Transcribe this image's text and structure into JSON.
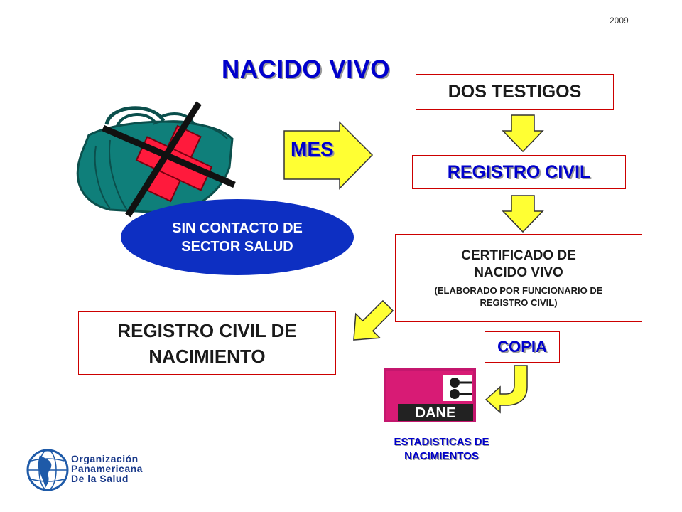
{
  "header": {
    "year": "2009",
    "title": "NACIDO VIVO"
  },
  "boxes": {
    "dos_testigos": "DOS TESTIGOS",
    "registro_civil": "REGISTRO CIVIL",
    "certificado_line1": "CERTIFICADO DE",
    "certificado_line2": "NACIDO VIVO",
    "certificado_note1": "(ELABORADO POR FUNCIONARIO DE",
    "certificado_note2": "REGISTRO CIVIL)",
    "registro_nac_line1": "REGISTRO CIVIL DE",
    "registro_nac_line2": "NACIMIENTO",
    "copia": "COPIA",
    "estadisticas_line1": "ESTADISTICAS DE",
    "estadisticas_line2": "NACIMIENTOS"
  },
  "arrow_label": "MES",
  "oval": {
    "line1": "SIN CONTACTO DE",
    "line2": "SECTOR SALUD"
  },
  "dane_logo": {
    "text": "DANE"
  },
  "footer": {
    "org_line1": "Organización",
    "org_line2": "Panamericana",
    "org_line3": "De la Salud"
  },
  "colors": {
    "title_blue": "#0000cc",
    "box_border": "#cc0000",
    "arrow_yellow": "#ffff33",
    "oval_blue": "#0d2fc2",
    "bag_teal": "#0f7f7a",
    "red_cross": "#ff1a3c",
    "dane_magenta": "#c4176e"
  }
}
